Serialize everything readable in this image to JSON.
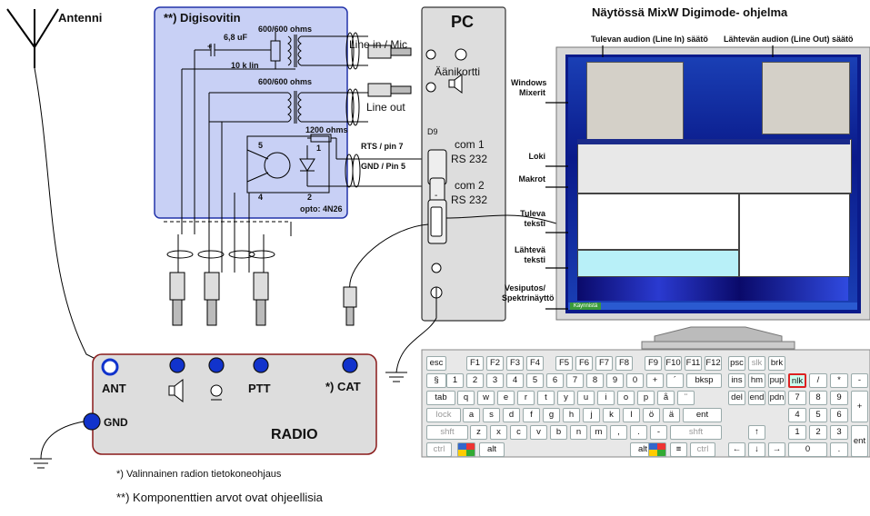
{
  "antenna": {
    "label": "Antenni"
  },
  "digisovitin": {
    "title": "**) Digisovitin",
    "cap": "6,8 uF",
    "plus": "+",
    "pot": "10 k lin",
    "tr1": "600/600 ohms",
    "tr2": "600/600 ohms",
    "res": "1200 ohms",
    "pin5": "5",
    "pin4": "4",
    "pin1": "1",
    "pin2": "2",
    "opto": "opto: 4N26"
  },
  "links": {
    "line_in": "Line in / Mic",
    "line_out": "Line out",
    "rts": "RTS / pin  7",
    "gnd": "GND / Pin  5"
  },
  "pc": {
    "title": "PC",
    "soundcard": "Äänikortti",
    "d9": "D9",
    "com1": "com 1",
    "com1b": "RS 232",
    "com2": "com 2",
    "com2b": "RS 232",
    "dash": "-"
  },
  "radio": {
    "ant": "ANT",
    "gnd": "GND",
    "ptt": "PTT",
    "cat": "*) CAT",
    "name": "RADIO"
  },
  "monitor": {
    "title": "Näytössä MixW Digimode- ohjelma",
    "in_label": "Tulevan audion (Line In) säätö",
    "out_label": "Lähtevän audion (Line Out) säätö",
    "side": [
      "Windows\nMixerit",
      "Loki",
      "Makrot",
      "Tuleva\nteksti",
      "Lähtevä\nteksti",
      "Vesiputos/\nSpektrinäyttö"
    ],
    "start": "Käynnistä"
  },
  "keyboard": {
    "rows": [
      [
        "esc",
        "F1",
        "F2",
        "F3",
        "F4",
        "F5",
        "F6",
        "F7",
        "F8",
        "F9",
        "F10",
        "F11",
        "F12",
        "psc",
        "slk",
        "brk"
      ],
      [
        "§",
        "1",
        "2",
        "3",
        "4",
        "5",
        "6",
        "7",
        "8",
        "9",
        "0",
        "+",
        "´",
        "bksp",
        "ins",
        "hm",
        "pup",
        "nlk",
        "/",
        "*",
        "-"
      ],
      [
        "tab",
        "q",
        "w",
        "e",
        "r",
        "t",
        "y",
        "u",
        "i",
        "o",
        "p",
        "å",
        "¨",
        "del",
        "end",
        "pdn",
        "7",
        "8",
        "9",
        "+"
      ],
      [
        "lock",
        "a",
        "s",
        "d",
        "f",
        "g",
        "h",
        "j",
        "k",
        "l",
        "ö",
        "ä",
        "ent",
        "4",
        "5",
        "6"
      ],
      [
        "shft",
        "z",
        "x",
        "c",
        "v",
        "b",
        "n",
        "m",
        ",",
        ".",
        "-",
        "shft",
        "↑",
        "1",
        "2",
        "3",
        "ent"
      ],
      [
        "ctrl",
        "alt",
        "alt",
        "ctrl",
        "←",
        "↓",
        "→",
        "0",
        "."
      ]
    ]
  },
  "notes": {
    "n1": "*) Valinnainen radion tietokoneohjaus",
    "n2": "**) Komponenttien arvot ovat ohjeellisia"
  }
}
